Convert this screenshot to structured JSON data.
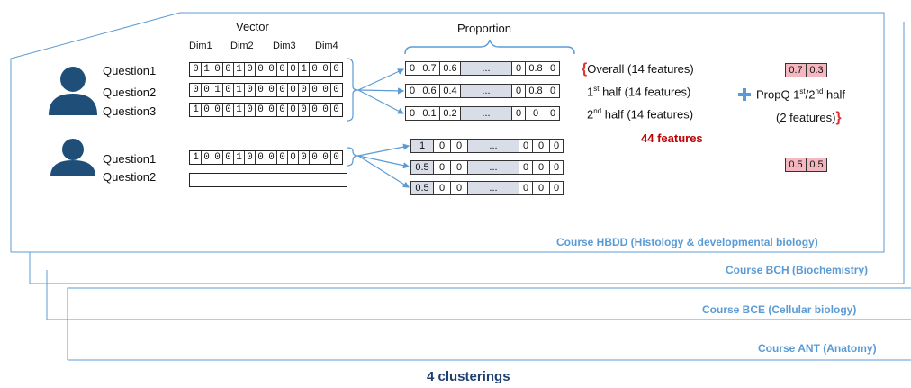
{
  "header": {
    "vector_label": "Vector",
    "proportion_label": "Proportion"
  },
  "dims": [
    "Dim1",
    "Dim2",
    "Dim3",
    "Dim4"
  ],
  "student1": {
    "questions": [
      {
        "label": "Question1",
        "bits": "0100100000100 0"
      },
      {
        "label": "Question2",
        "bits": "00101000000000"
      },
      {
        "label": "Question3",
        "bits": "10001000000000"
      }
    ]
  },
  "student2": {
    "questions": [
      {
        "label": "Question1",
        "bits": "10001000000000"
      },
      {
        "label": "Question2",
        "bits": ""
      }
    ]
  },
  "proportion_rows_1": [
    [
      "0",
      "0.7",
      "0.6",
      "...",
      "0",
      "0.8",
      "0"
    ],
    [
      "0",
      "0.6",
      "0.4",
      "...",
      "0",
      "0.8",
      "0"
    ],
    [
      "0",
      "0.1",
      "0.2",
      "...",
      "0",
      "0",
      "0"
    ]
  ],
  "proportion_rows_2": [
    [
      "1",
      "0",
      "0",
      "...",
      "0",
      "0",
      "0"
    ],
    [
      "0.5",
      "0",
      "0",
      "...",
      "0",
      "0",
      "0"
    ],
    [
      "0.5",
      "0",
      "0",
      "...",
      "0",
      "0",
      "0"
    ]
  ],
  "features": {
    "overall": "Overall (14 features)",
    "first_half_sup": "st",
    "first_half": "1",
    "first_half_tail": " half  (14 features)",
    "second_half": "2",
    "second_half_sup": "nd",
    "second_half_tail": " half (14 features)",
    "total": "44 features",
    "propq_line1": "PropQ 1",
    "propq_sup1": "st",
    "propq_mid": "/2",
    "propq_sup2": "nd",
    "propq_tail": " half",
    "propq_line2": "(2 features)"
  },
  "propq_values_1": [
    "0.7",
    "0.3"
  ],
  "propq_values_2": [
    "0.5",
    "0.5"
  ],
  "courses": [
    "Course HBDD (Histology & developmental biology)",
    "Course BCH (Biochemistry)",
    "Course BCE (Cellular biology)",
    "Course ANT (Anatomy)"
  ],
  "footer": "4 clusterings",
  "colors": {
    "course_blue": "#5b9bd5",
    "highlight_red": "#c00000",
    "avatar": "#1f4e79",
    "propq_pink": "#f4b6bf"
  }
}
